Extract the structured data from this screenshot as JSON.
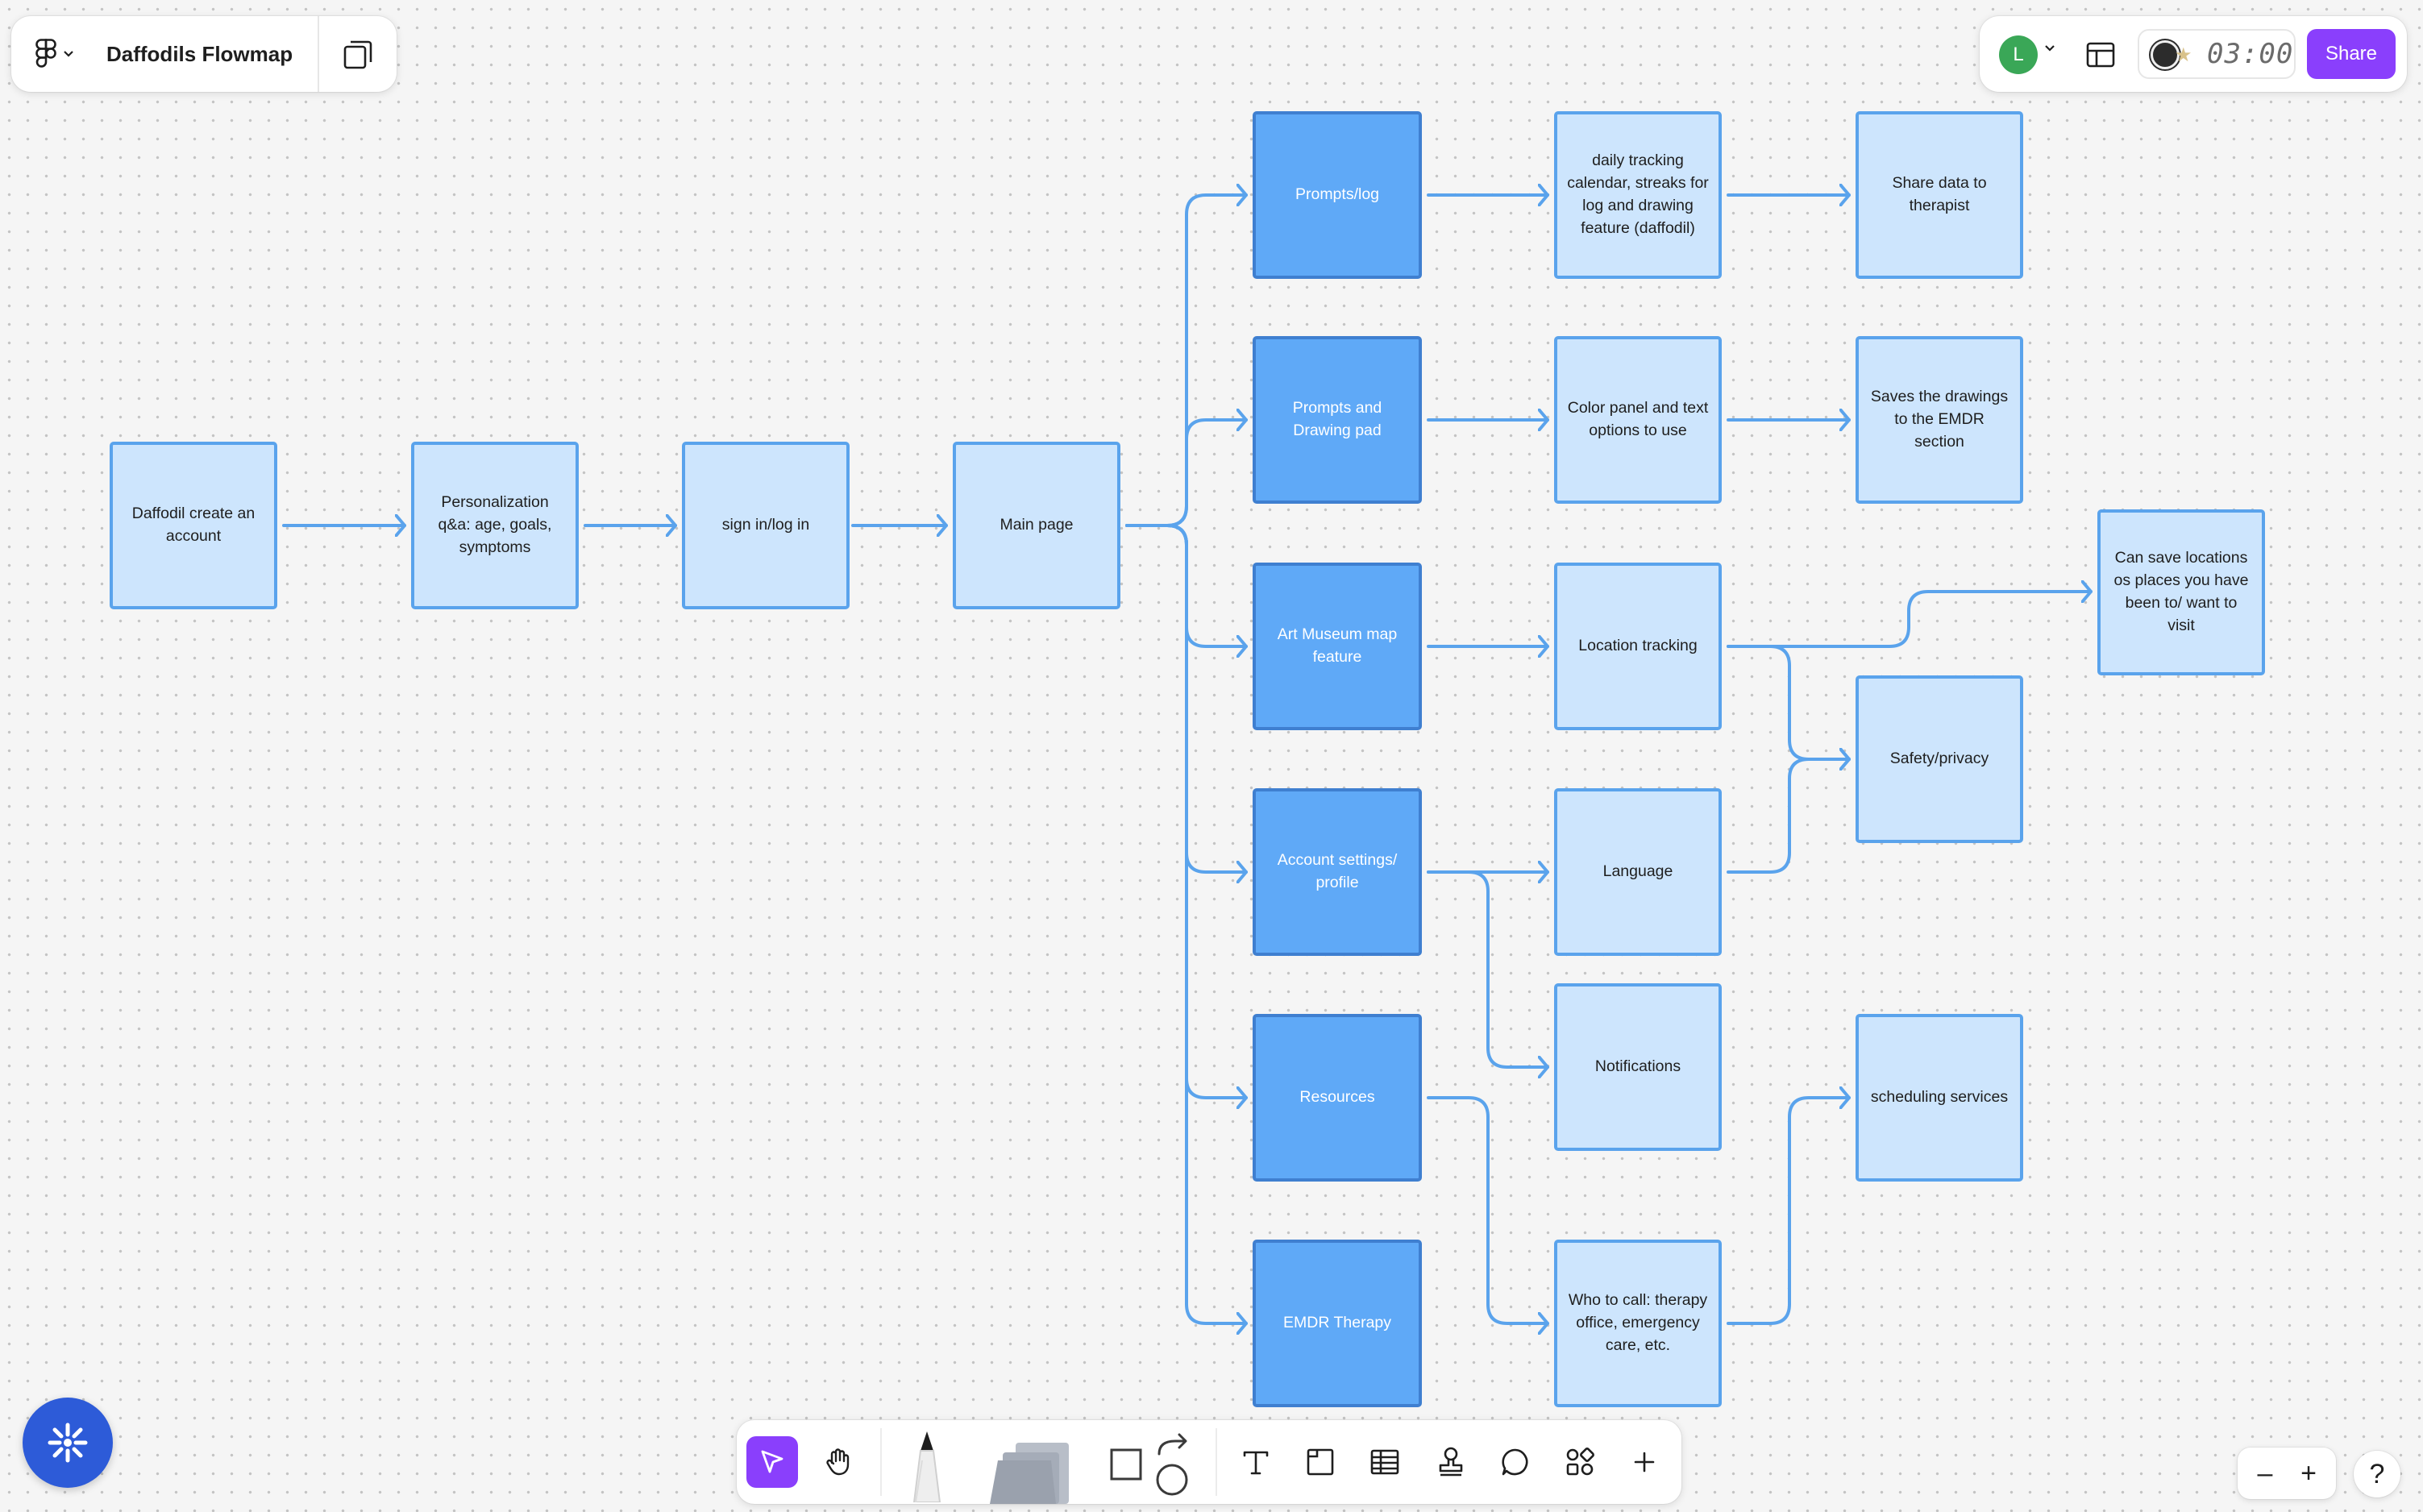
{
  "header": {
    "file_title": "Daffodils Flowmap"
  },
  "top_right": {
    "avatar_initial": "L",
    "avatar_color": "#3aa757",
    "timer": "03:00",
    "share_label": "Share",
    "accent": "#8a3ffc"
  },
  "nodes": {
    "create_account": "Daffodil create an account",
    "personalization": "Personalization q&a: age, goals, symptoms",
    "signin": "sign in/log in",
    "main_page": "Main page",
    "prompts_log": "Prompts/log",
    "prompts_drawing": "Prompts and Drawing pad",
    "art_museum": "Art Museum map feature",
    "account_settings": "Account settings/ profile",
    "resources": "Resources",
    "emdr": "EMDR Therapy",
    "daily_tracking": "daily tracking calendar, streaks for log and drawing feature (daffodil)",
    "color_panel": "Color panel and text options to use",
    "location_tracking": "Location tracking",
    "language": "Language",
    "notifications": "Notifications",
    "who_to_call": "Who to call: therapy office, emergency care, etc.",
    "share_data": "Share data to therapist",
    "saves_drawings": "Saves the drawings to the EMDR section",
    "safety_privacy": "Safety/privacy",
    "scheduling": "scheduling services",
    "save_locations": "Can save locations os places you have been to/ want to visit"
  },
  "colors": {
    "node_fill": "#cde5fd",
    "node_fill_dark": "#5fa9f7",
    "node_stroke": "#5aa3ec",
    "connector": "#5aa3ec",
    "ai_button": "#2d5bd8"
  },
  "toolbar": {
    "tools": [
      "move-tool",
      "hand-tool",
      "pen-tool",
      "sticky-note-tool",
      "shape-tool",
      "connector-tool",
      "text-tool",
      "section-tool",
      "table-tool",
      "stamp-tool",
      "comment-tool",
      "widgets-tool",
      "more-tool"
    ]
  },
  "zoom": {
    "zoom_out": "–",
    "zoom_in": "+",
    "help": "?"
  }
}
